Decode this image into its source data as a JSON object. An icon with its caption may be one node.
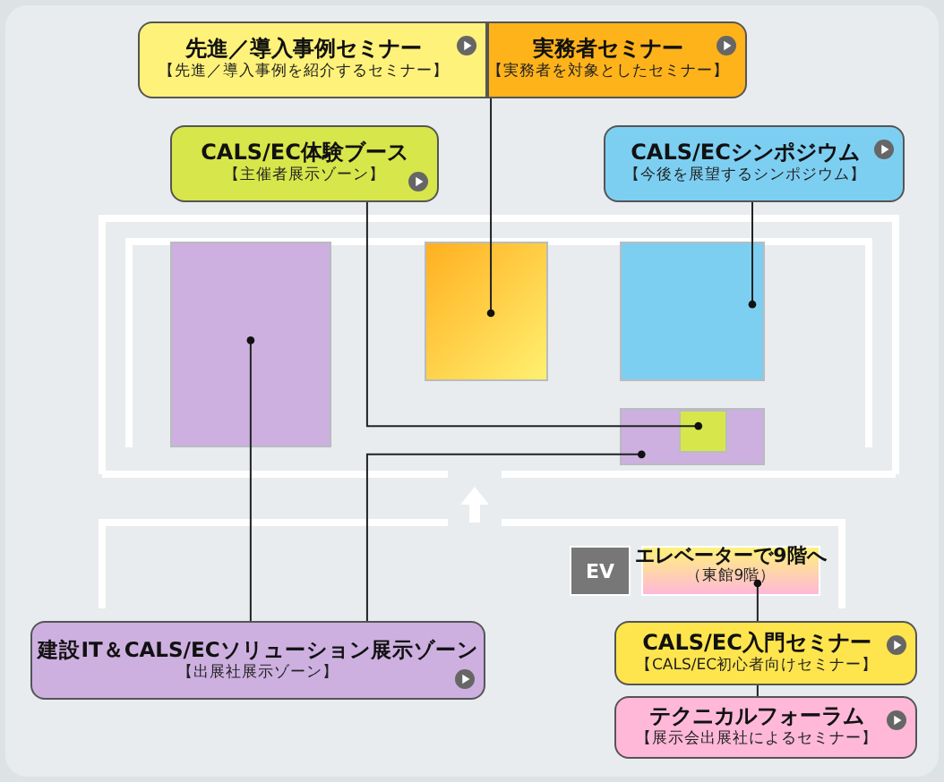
{
  "diagram": {
    "nodes": [
      {
        "text": [
          "先進／導入事例セミナー",
          "【先進／導入事例を紹介するセミナー】"
        ]
      },
      {
        "text": [
          "実務者セミナー",
          "【実務者を対象としたセミナー】"
        ]
      },
      {
        "text": [
          "CALS/EC体験ブース",
          "【主催者展示ゾーン】"
        ]
      },
      {
        "text": [
          "CALS/ECシンポジウム",
          "【今後を展望するシンポジウム】"
        ]
      },
      {
        "text": [],
        "shape": "box"
      },
      {
        "text": [],
        "shape": "box"
      },
      {
        "text": [],
        "shape": "box"
      },
      {
        "text": [],
        "shape": "box"
      },
      {
        "text": [],
        "shape": "box",
        "in": 7
      },
      {
        "text": [
          "EV"
        ]
      },
      {
        "text": [
          "エレベーターで9階へ",
          "（東館9階）"
        ]
      },
      {
        "text": [
          "建設IT＆CALS/ECソリューション展示ゾーン",
          "【出展社展示ゾーン】"
        ]
      },
      {
        "text": [
          "CALS/EC入門セミナー",
          "【CALS/EC初心者向けセミナー】"
        ]
      },
      {
        "text": [
          "テクニカルフォーラム",
          "【展示会出展社によるセミナー】"
        ]
      }
    ],
    "edges": [
      {
        "from": 1,
        "to": 5,
        "arrow": "other"
      },
      {
        "from": 2,
        "to": 8,
        "arrow": "other"
      },
      {
        "from": 3,
        "to": 6,
        "arrow": "other"
      },
      {
        "from": 11,
        "to": 4,
        "arrow": "other"
      },
      {
        "from": 11,
        "to": 7,
        "arrow": "other"
      },
      {
        "from": 12,
        "to": 10,
        "arrow": "other"
      },
      {
        "from": 13,
        "to": 12,
        "arrow": "none"
      }
    ]
  }
}
